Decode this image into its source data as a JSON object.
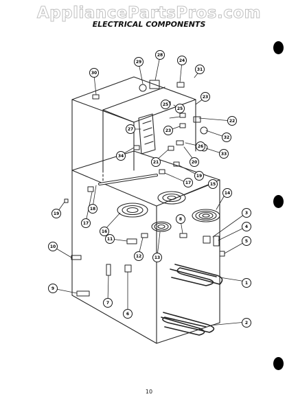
{
  "watermark": "AppliancePartsPros.com",
  "title": "ELECTRICAL COMPONENTS",
  "page_number": "10",
  "callouts": [
    "1",
    "2",
    "3",
    "4",
    "5",
    "6",
    "7",
    "8",
    "9",
    "10",
    "11",
    "12",
    "13",
    "14",
    "15",
    "16",
    "17",
    "17",
    "18",
    "19",
    "19",
    "20",
    "21",
    "22",
    "23",
    "23",
    "24",
    "25",
    "25",
    "26",
    "27",
    "28",
    "29",
    "30",
    "31",
    "32",
    "33",
    "34"
  ]
}
